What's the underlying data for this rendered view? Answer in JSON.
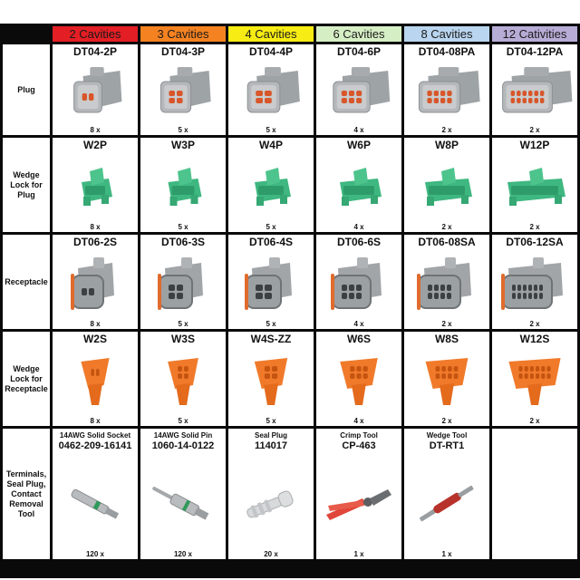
{
  "columns": [
    {
      "label": "2 Cavities",
      "color": "#e31e24"
    },
    {
      "label": "3 Cavities",
      "color": "#f58220"
    },
    {
      "label": "4 Cavities",
      "color": "#f7ec13"
    },
    {
      "label": "6 Cavities",
      "color": "#d6eec4"
    },
    {
      "label": "8 Cavities",
      "color": "#b9d5ef"
    },
    {
      "label": "12 Cativities",
      "color": "#b7acd6"
    }
  ],
  "rows": [
    {
      "label": "Plug",
      "items": [
        {
          "part": "DT04-2P",
          "qty": "8 x",
          "icon": "gray-plug-2-cavity"
        },
        {
          "part": "DT04-3P",
          "qty": "5 x",
          "icon": "gray-plug-3-cavity"
        },
        {
          "part": "DT04-4P",
          "qty": "5 x",
          "icon": "gray-plug-4-cavity"
        },
        {
          "part": "DT04-6P",
          "qty": "4 x",
          "icon": "gray-plug-6-cavity"
        },
        {
          "part": "DT04-08PA",
          "qty": "2 x",
          "icon": "gray-plug-8-cavity"
        },
        {
          "part": "DT04-12PA",
          "qty": "2 x",
          "icon": "gray-plug-12-cavity"
        }
      ]
    },
    {
      "label": "Wedge Lock for Plug",
      "items": [
        {
          "part": "W2P",
          "qty": "8 x",
          "icon": "green-wedge-lock"
        },
        {
          "part": "W3P",
          "qty": "5 x",
          "icon": "green-wedge-lock"
        },
        {
          "part": "W4P",
          "qty": "5 x",
          "icon": "green-wedge-lock"
        },
        {
          "part": "W6P",
          "qty": "4 x",
          "icon": "green-wedge-lock"
        },
        {
          "part": "W8P",
          "qty": "2 x",
          "icon": "green-wedge-lock"
        },
        {
          "part": "W12P",
          "qty": "2 x",
          "icon": "green-wedge-lock"
        }
      ]
    },
    {
      "label": "Receptacle",
      "items": [
        {
          "part": "DT06-2S",
          "qty": "8 x",
          "icon": "gray-receptacle"
        },
        {
          "part": "DT06-3S",
          "qty": "5 x",
          "icon": "gray-receptacle"
        },
        {
          "part": "DT06-4S",
          "qty": "5 x",
          "icon": "gray-receptacle"
        },
        {
          "part": "DT06-6S",
          "qty": "4 x",
          "icon": "gray-receptacle"
        },
        {
          "part": "DT06-08SA",
          "qty": "2 x",
          "icon": "gray-receptacle"
        },
        {
          "part": "DT06-12SA",
          "qty": "2 x",
          "icon": "gray-receptacle"
        }
      ]
    },
    {
      "label": "Wedge Lock for Receptacle",
      "items": [
        {
          "part": "W2S",
          "qty": "8 x",
          "icon": "orange-wedge-lock"
        },
        {
          "part": "W3S",
          "qty": "5 x",
          "icon": "orange-wedge-lock"
        },
        {
          "part": "W4S-ZZ",
          "qty": "5 x",
          "icon": "orange-wedge-lock"
        },
        {
          "part": "W6S",
          "qty": "4 x",
          "icon": "orange-wedge-lock"
        },
        {
          "part": "W8S",
          "qty": "2 x",
          "icon": "orange-wedge-lock"
        },
        {
          "part": "W12S",
          "qty": "2 x",
          "icon": "orange-wedge-lock"
        }
      ]
    },
    {
      "label": "Terminals, Seal Plug, Contact Removal Tool",
      "items": [
        {
          "desc": "14AWG Solid Socket",
          "part": "0462-209-16141",
          "qty": "120 x",
          "icon": "socket-terminal"
        },
        {
          "desc": "14AWG Solid Pin",
          "part": "1060-14-0122",
          "qty": "120 x",
          "icon": "pin-terminal"
        },
        {
          "desc": "Seal Plug",
          "part": "114017",
          "qty": "20 x",
          "icon": "seal-plug"
        },
        {
          "desc": "Crimp Tool",
          "part": "CP-463",
          "qty": "1 x",
          "icon": "crimp-tool"
        },
        {
          "desc": "Wedge Tool",
          "part": "DT-RT1",
          "qty": "1 x",
          "icon": "wedge-tool"
        }
      ]
    }
  ]
}
